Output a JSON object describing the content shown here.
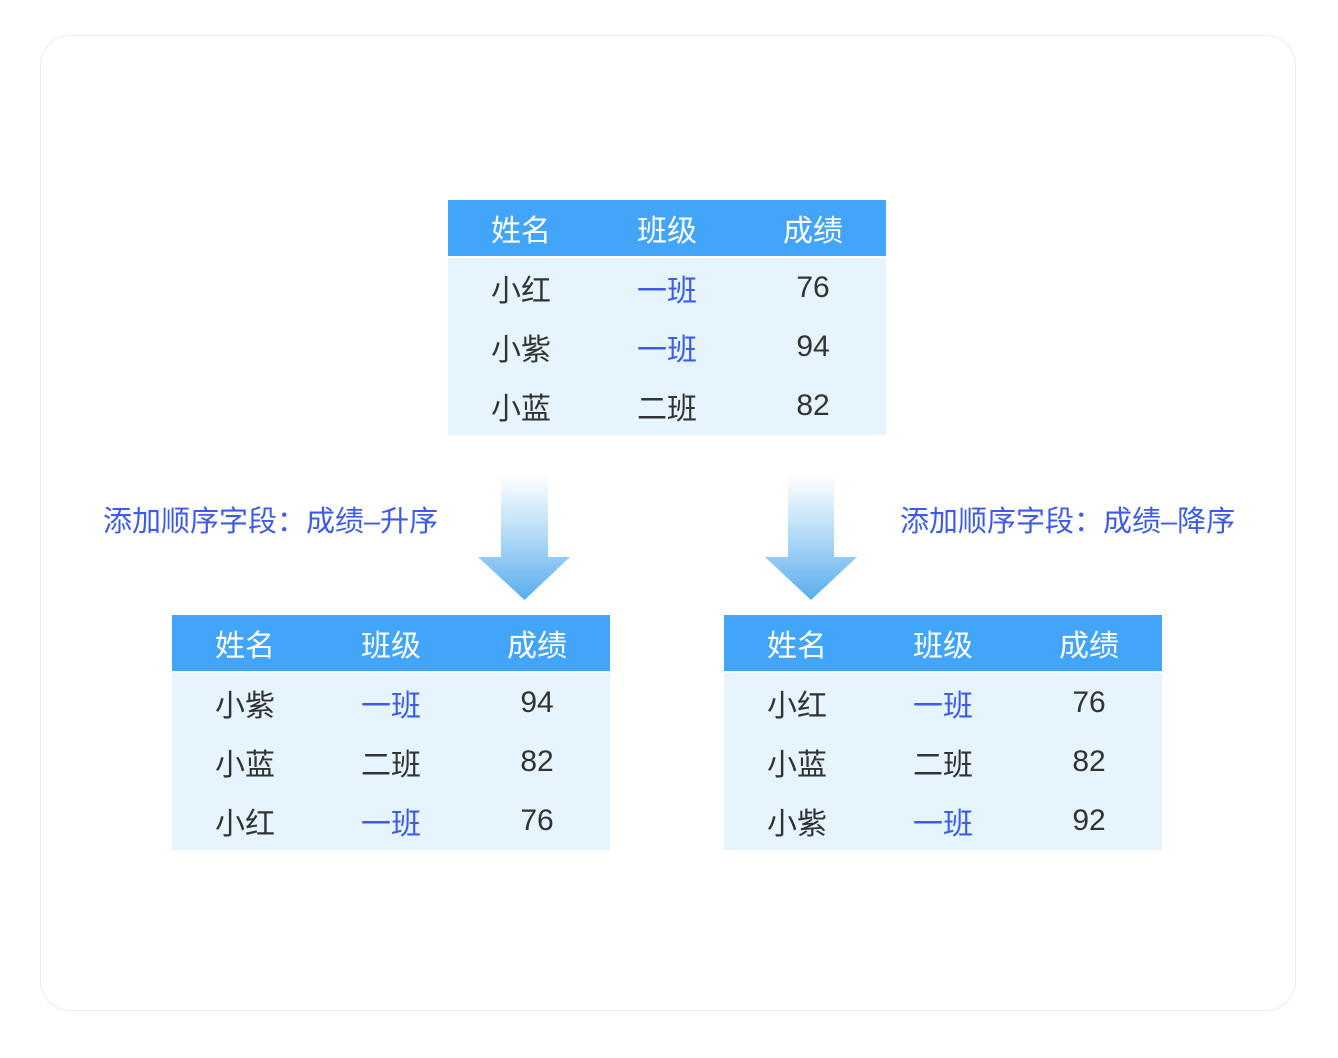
{
  "colors": {
    "page_background": "#ffffff",
    "card_background": "#ffffff",
    "table_header_background": "#42a5f9",
    "table_body_background": "#e5f4fd",
    "table_header_text": "#ffffff",
    "cell_text": "#333333",
    "class_link_text": "#3d5be8",
    "label_text": "#3d5be8",
    "arrow_gradient_top": "#ffffff",
    "arrow_gradient_bottom": "#58adee"
  },
  "columns": [
    "姓名",
    "班级",
    "成绩"
  ],
  "tables": {
    "original": {
      "rows": [
        [
          "小红",
          "一班",
          "76"
        ],
        [
          "小紫",
          "一班",
          "94"
        ],
        [
          "小蓝",
          "二班",
          "82"
        ]
      ]
    },
    "ascending": {
      "rows": [
        [
          "小紫",
          "一班",
          "94"
        ],
        [
          "小蓝",
          "二班",
          "82"
        ],
        [
          "小红",
          "一班",
          "76"
        ]
      ]
    },
    "descending": {
      "rows": [
        [
          "小红",
          "一班",
          "76"
        ],
        [
          "小蓝",
          "二班",
          "82"
        ],
        [
          "小紫",
          "一班",
          "92"
        ]
      ]
    }
  },
  "labels": {
    "ascending": "添加顺序字段：成绩–升序",
    "descending": "添加顺序字段：成绩–降序"
  }
}
